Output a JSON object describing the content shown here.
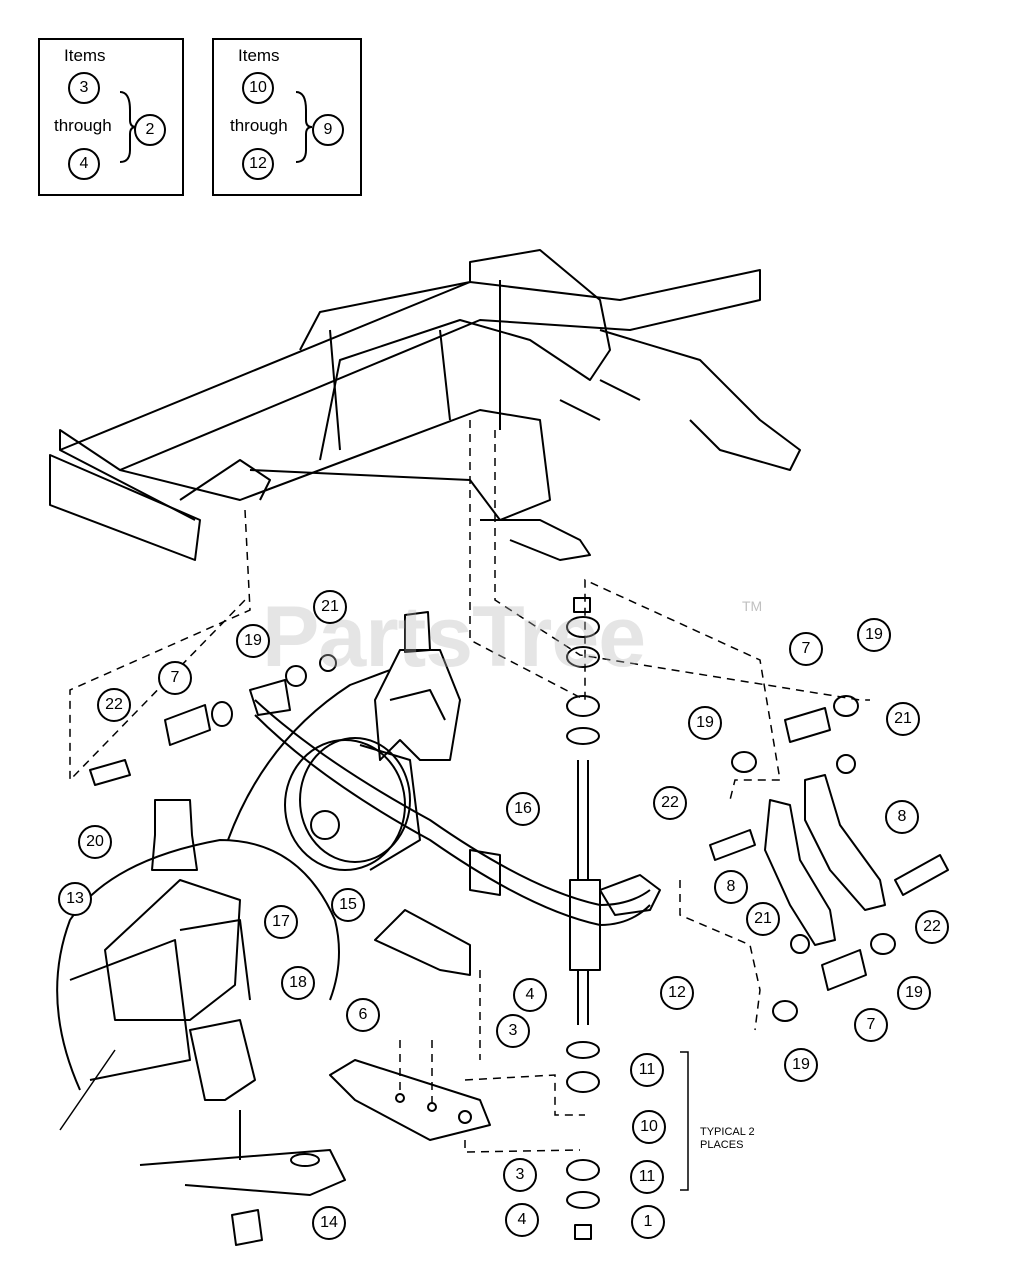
{
  "legend_boxes": [
    {
      "header": "Items",
      "top_item": "3",
      "connector": "through",
      "bottom_item": "4",
      "assembly": "2"
    },
    {
      "header": "Items",
      "top_item": "10",
      "connector": "through",
      "bottom_item": "12",
      "assembly": "9"
    }
  ],
  "callouts": {
    "c1": "1",
    "c3a": "3",
    "c3b": "3",
    "c4a": "4",
    "c4b": "4",
    "c6": "6",
    "c7a": "7",
    "c7b": "7",
    "c7c": "7",
    "c8a": "8",
    "c8b": "8",
    "c10": "10",
    "c11a": "11",
    "c11b": "11",
    "c12": "12",
    "c13": "13",
    "c14": "14",
    "c15": "15",
    "c16": "16",
    "c17": "17",
    "c18": "18",
    "c19a": "19",
    "c19b": "19",
    "c19c": "19",
    "c19d": "19",
    "c19e": "19",
    "c20": "20",
    "c21a": "21",
    "c21b": "21",
    "c21c": "21",
    "c22a": "22",
    "c22b": "22",
    "c22c": "22"
  },
  "typical_note_line1": "TYPICAL 2",
  "typical_note_line2": "PLACES",
  "watermark": "PartsTree",
  "trademark": "TM"
}
